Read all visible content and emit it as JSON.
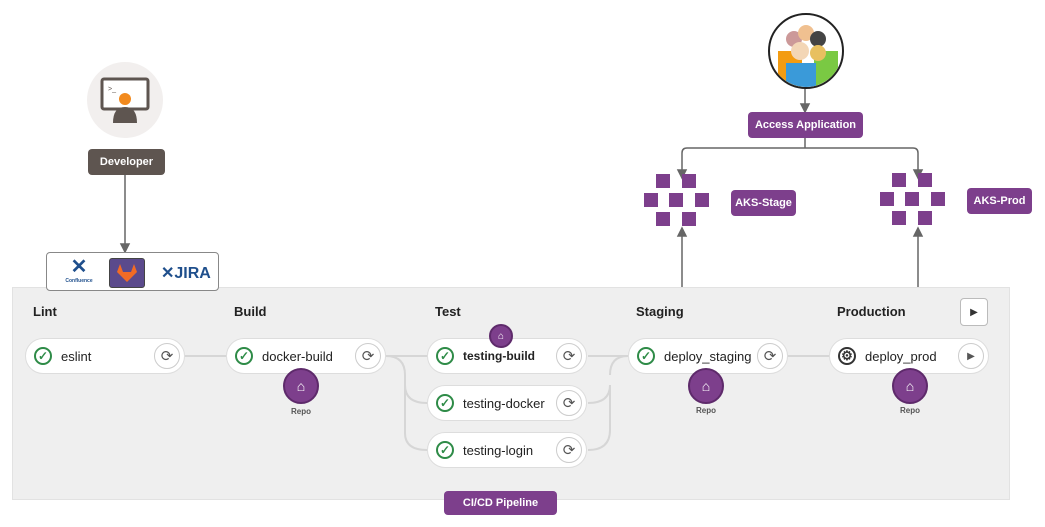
{
  "developer": {
    "label": "Developer"
  },
  "tools": {
    "confluence": "Confluence",
    "jira": "JIRA"
  },
  "users": {
    "label": "Access Application"
  },
  "clusters": [
    {
      "label": "AKS-Stage"
    },
    {
      "label": "AKS-Prod"
    }
  ],
  "pipeline": {
    "label": "CI/CD Pipeline",
    "stages": [
      "Lint",
      "Build",
      "Test",
      "Staging",
      "Production"
    ],
    "jobs": [
      {
        "name": "eslint",
        "status": "success",
        "action": "retry"
      },
      {
        "name": "docker-build",
        "status": "success",
        "action": "retry"
      },
      {
        "name": "testing-build",
        "status": "success",
        "action": "retry"
      },
      {
        "name": "testing-docker",
        "status": "success",
        "action": "retry"
      },
      {
        "name": "testing-login",
        "status": "success",
        "action": "retry"
      },
      {
        "name": "deploy_staging",
        "status": "success",
        "action": "retry"
      },
      {
        "name": "deploy_prod",
        "status": "manual",
        "action": "play"
      }
    ],
    "repo_label": "Repo"
  },
  "colors": {
    "accent": "#7d3f8c",
    "developer": "#5e5550",
    "success": "#2e8b47"
  }
}
